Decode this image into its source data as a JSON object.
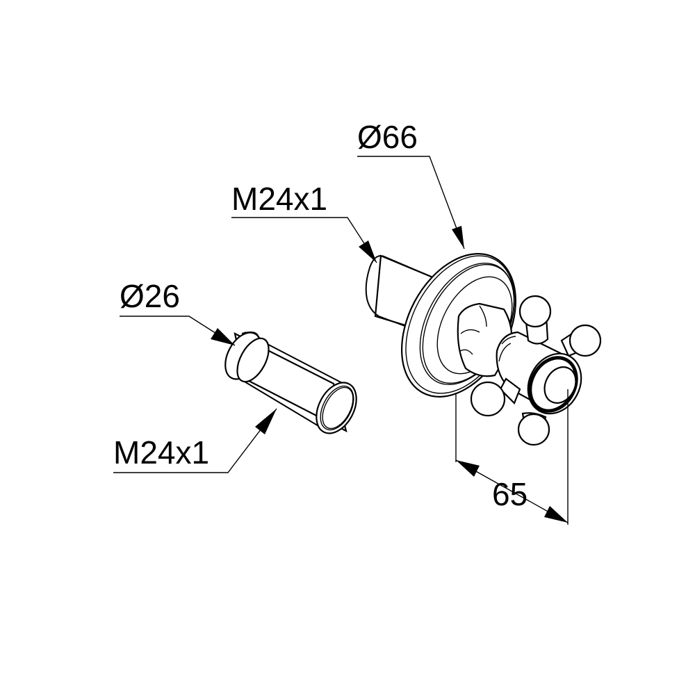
{
  "drawing": {
    "labels": {
      "flange_diameter": "Ø66",
      "valve_thread": "M24x1",
      "extension_diameter": "Ø26",
      "extension_thread": "M24x1",
      "projection_depth": "65"
    },
    "colors": {
      "line": "#000000",
      "background": "#ffffff"
    }
  }
}
